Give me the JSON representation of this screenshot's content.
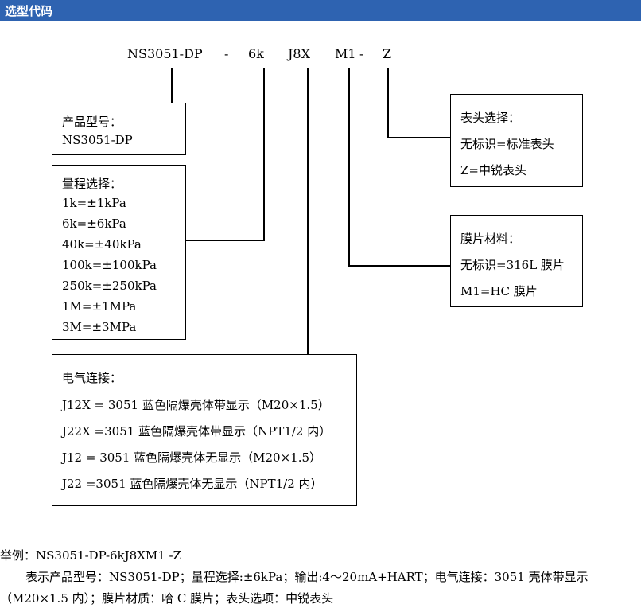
{
  "header": {
    "title": "选型代码"
  },
  "code": {
    "model": "NS3051-DP",
    "dash1": "-",
    "range": "6k",
    "conn": "J8X",
    "membrane": "M1",
    "dash2": "-",
    "head": "Z"
  },
  "boxes": {
    "model": {
      "title": "产品型号：",
      "items": [
        "NS3051-DP"
      ]
    },
    "range": {
      "title": "量程选择：",
      "items": [
        "1k=±1kPa",
        "6k=±6kPa",
        "40k=±40kPa",
        "100k=±100kPa",
        "250k=±250kPa",
        "1M=±1MPa",
        "3M=±3MPa"
      ]
    },
    "electrical": {
      "title": "电气连接：",
      "items": [
        "J12X = 3051 蓝色隔爆壳体带显示（M20×1.5）",
        "J22X =3051 蓝色隔爆壳体带显示（NPT1/2 内）",
        "J12 = 3051 蓝色隔爆壳体无显示（M20×1.5）",
        "J22 =3051 蓝色隔爆壳体无显示（NPT1/2 内）"
      ]
    },
    "head": {
      "title": "表头选择：",
      "items": [
        "无标识=标准表头",
        "Z=中锐表头"
      ]
    },
    "membrane": {
      "title": "膜片材料：",
      "items": [
        "无标识=316L 膜片",
        "M1=HC 膜片"
      ]
    }
  },
  "example": {
    "line1": "举例：NS3051-DP-6kJ8XM1 -Z",
    "line2": "表示产品型号：NS3051-DP；量程选择:±6kPa；输出:4～20mA+HART；电气连接：3051 壳体带显示",
    "line3": "（M20×1.5 内）；膜片材质：哈 C 膜片；表头选项：中锐表头"
  }
}
